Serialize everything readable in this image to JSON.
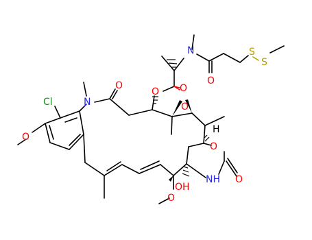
{
  "molecule": {
    "atom_labels": {
      "cl": "Cl",
      "n_amide": "N",
      "n_top": "N",
      "n_carbamate": "NH",
      "o_methoxy_ar": "O",
      "o_amide": "O",
      "o_ester": "O",
      "o_ester_carbonyl": "O",
      "o_epoxide": "O",
      "o_amide_side": "O",
      "o_ring": "O",
      "o_carbamate": "O",
      "oh": "OH",
      "o_methoxy": "O",
      "s1": "S",
      "s2": "S",
      "h": "H"
    },
    "colors": {
      "carbon": "#000000",
      "oxygen": "#ff0000",
      "nitrogen": "#2828d8",
      "sulfur": "#b3a000",
      "chlorine": "#1e8c1e"
    }
  }
}
